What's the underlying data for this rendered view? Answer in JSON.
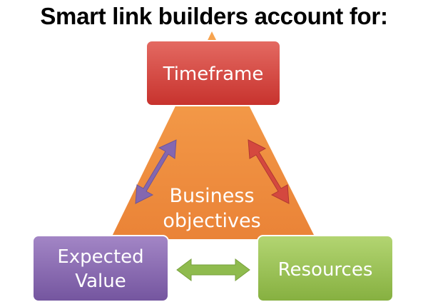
{
  "title": "Smart link builders account for:",
  "center": {
    "line1": "Business",
    "line2": "objectives",
    "color": "#f0923f"
  },
  "nodes": {
    "timeframe": {
      "label": "Timeframe",
      "color": "#d9443f"
    },
    "expected_value": {
      "line1": "Expected",
      "line2": "Value",
      "color": "#8566ae"
    },
    "resources": {
      "label": "Resources",
      "color": "#96bf4f"
    }
  }
}
